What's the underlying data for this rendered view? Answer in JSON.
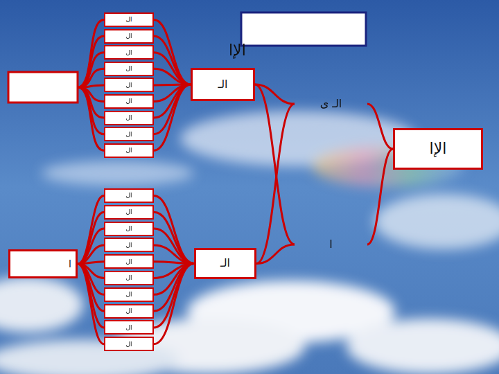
{
  "diagram": {
    "nodes": [
      {
        "text": [
          "الإا"
        ]
      },
      {
        "text": [
          "الـ ى"
        ]
      },
      {
        "text": [
          "ا"
        ]
      },
      {
        "text": [
          "الـ"
        ]
      },
      {
        "text": [
          "الـ"
        ]
      },
      {
        "text": [
          "ال"
        ]
      },
      {
        "text": [
          "ال"
        ]
      },
      {
        "text": [
          "ال"
        ]
      },
      {
        "text": [
          "ال"
        ]
      },
      {
        "text": [
          "ال"
        ]
      },
      {
        "text": [
          "ال"
        ]
      },
      {
        "text": [
          "ال"
        ]
      },
      {
        "text": [
          "ال"
        ]
      },
      {
        "text": [
          "ال"
        ]
      },
      {
        "text": [
          "ال"
        ]
      },
      {
        "text": [
          "ال"
        ]
      },
      {
        "text": [
          "ال"
        ]
      },
      {
        "text": [
          "ال"
        ]
      },
      {
        "text": [
          "ال"
        ]
      },
      {
        "text": [
          "ال"
        ]
      },
      {
        "text": [
          "ال"
        ]
      },
      {
        "text": [
          "ال"
        ]
      },
      {
        "text": [
          "ال"
        ]
      },
      {
        "text": [
          "ال"
        ]
      },
      {
        "text": [
          "ا"
        ]
      }
    ],
    "edges": [
      {
        "from": 0,
        "to": 1,
        "arrow": "none"
      },
      {
        "from": 0,
        "to": 2,
        "arrow": "none"
      },
      {
        "from": 1,
        "to": 3,
        "arrow": "none"
      },
      {
        "from": 1,
        "to": 4,
        "arrow": "none"
      },
      {
        "from": 2,
        "to": 3,
        "arrow": "none"
      },
      {
        "from": 2,
        "to": 4,
        "arrow": "none"
      },
      {
        "from": 3,
        "to": 5,
        "arrow": "none"
      },
      {
        "from": 3,
        "to": 6,
        "arrow": "none"
      },
      {
        "from": 3,
        "to": 7,
        "arrow": "none"
      },
      {
        "from": 3,
        "to": 8,
        "arrow": "none"
      },
      {
        "from": 3,
        "to": 9,
        "arrow": "none"
      },
      {
        "from": 3,
        "to": 10,
        "arrow": "none"
      },
      {
        "from": 3,
        "to": 11,
        "arrow": "none"
      },
      {
        "from": 3,
        "to": 12,
        "arrow": "none"
      },
      {
        "from": 3,
        "to": 13,
        "arrow": "none"
      },
      {
        "from": 4,
        "to": 14,
        "arrow": "none"
      },
      {
        "from": 4,
        "to": 15,
        "arrow": "none"
      },
      {
        "from": 4,
        "to": 16,
        "arrow": "none"
      },
      {
        "from": 4,
        "to": 17,
        "arrow": "none"
      },
      {
        "from": 4,
        "to": 18,
        "arrow": "none"
      },
      {
        "from": 4,
        "to": 19,
        "arrow": "none"
      },
      {
        "from": 4,
        "to": 20,
        "arrow": "none"
      },
      {
        "from": 4,
        "to": 21,
        "arrow": "none"
      },
      {
        "from": 4,
        "to": 22,
        "arrow": "none"
      },
      {
        "from": 4,
        "to": 23,
        "arrow": "none"
      },
      {
        "from": 14,
        "to": 24,
        "arrow": "none"
      },
      {
        "from": 15,
        "to": 24,
        "arrow": "none"
      },
      {
        "from": 16,
        "to": 24,
        "arrow": "none"
      },
      {
        "from": 17,
        "to": 24,
        "arrow": "none"
      },
      {
        "from": 18,
        "to": 24,
        "arrow": "none"
      },
      {
        "from": 19,
        "to": 24,
        "arrow": "none"
      },
      {
        "from": 20,
        "to": 24,
        "arrow": "none"
      },
      {
        "from": 21,
        "to": 24,
        "arrow": "none"
      },
      {
        "from": 22,
        "to": 24,
        "arrow": "none"
      },
      {
        "from": 23,
        "to": 24,
        "arrow": "none"
      }
    ],
    "labels": [
      "الإا"
    ]
  }
}
